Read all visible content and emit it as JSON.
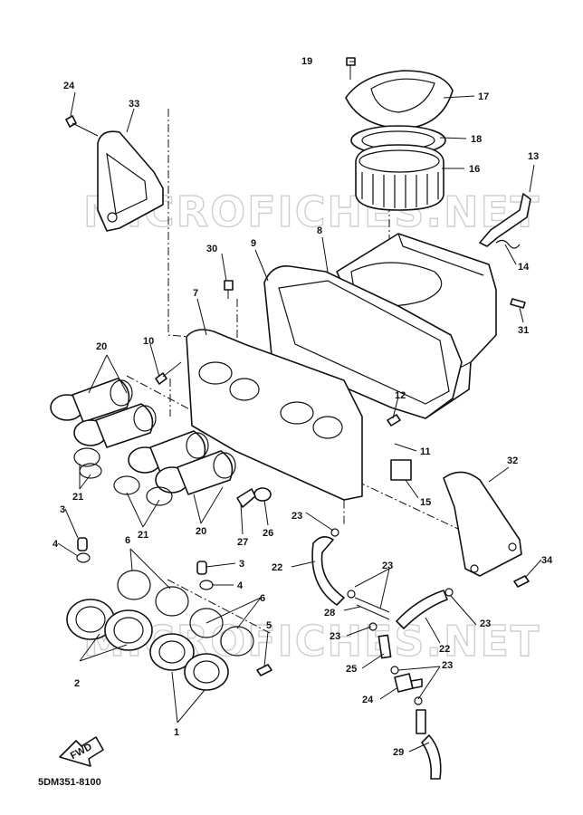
{
  "watermark": "MICROFICHES.NET",
  "diagram_code": "5DM351-8100",
  "fwd_label": "FWD",
  "callouts": {
    "c1": "1",
    "c2": "2",
    "c3a": "3",
    "c3b": "3",
    "c4a": "4",
    "c4b": "4",
    "c5": "5",
    "c6a": "6",
    "c6b": "6",
    "c7": "7",
    "c8": "8",
    "c9": "9",
    "c10": "10",
    "c11": "11",
    "c12": "12",
    "c13": "13",
    "c14": "14",
    "c15": "15",
    "c16": "16",
    "c17": "17",
    "c18": "18",
    "c19": "19",
    "c20a": "20",
    "c20b": "20",
    "c21a": "21",
    "c21b": "21",
    "c22a": "22",
    "c22b": "22",
    "c23a": "23",
    "c23b": "23",
    "c23c": "23",
    "c23d": "23",
    "c23e": "23",
    "c24": "24",
    "c24b": "24",
    "c25": "25",
    "c26": "26",
    "c27": "27",
    "c28": "28",
    "c29": "29",
    "c30": "30",
    "c31": "31",
    "c32": "32",
    "c33": "33",
    "c34": "34"
  }
}
